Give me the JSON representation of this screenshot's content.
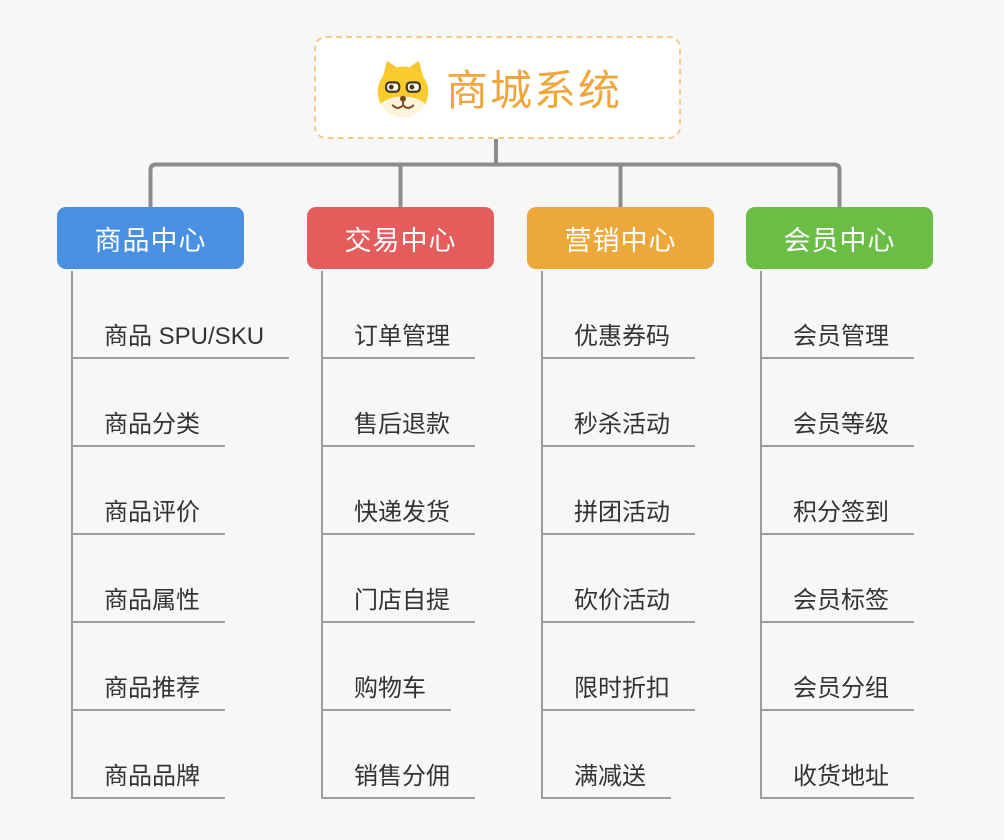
{
  "root": {
    "title": "商城系统",
    "icon": "dog-face-icon"
  },
  "branches": [
    {
      "label": "商品中心",
      "color": "#4A90E2",
      "children": [
        "商品 SPU/SKU",
        "商品分类",
        "商品评价",
        "商品属性",
        "商品推荐",
        "商品品牌"
      ]
    },
    {
      "label": "交易中心",
      "color": "#E45C5C",
      "children": [
        "订单管理",
        "售后退款",
        "快递发货",
        "门店自提",
        "购物车",
        "销售分佣"
      ]
    },
    {
      "label": "营销中心",
      "color": "#EDA83C",
      "children": [
        "优惠券码",
        "秒杀活动",
        "拼团活动",
        "砍价活动",
        "限时折扣",
        "满减送"
      ]
    },
    {
      "label": "会员中心",
      "color": "#6BBE45",
      "children": [
        "会员管理",
        "会员等级",
        "积分签到",
        "会员标签",
        "会员分组",
        "收货地址"
      ]
    }
  ],
  "colors": {
    "background": "#F7F7F7",
    "connector": "#8C8C8C",
    "branch_line": "#9C9C9C",
    "root_border": "#F3CD8E",
    "root_text": "#F0A63C",
    "node_text": "#FFFFFF",
    "item_text": "#333333"
  }
}
